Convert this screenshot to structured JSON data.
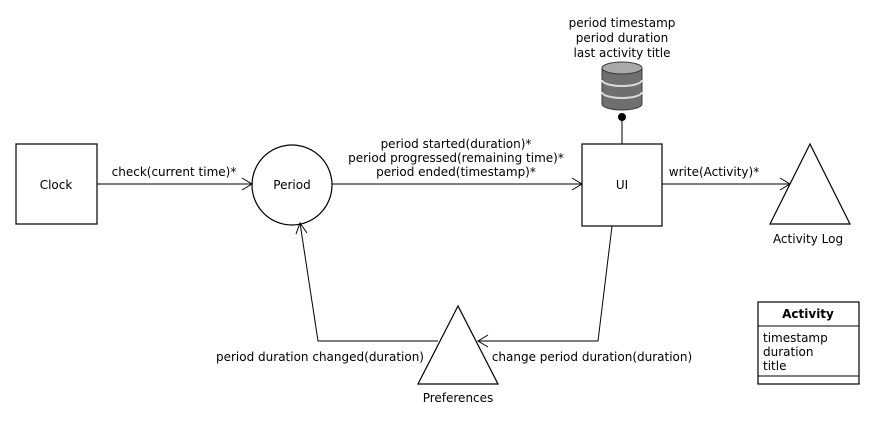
{
  "nodes": {
    "clock": "Clock",
    "period": "Period",
    "ui": "UI",
    "activity_log": "Activity Log",
    "preferences": "Preferences"
  },
  "storage": {
    "lines": [
      "period timestamp",
      "period duration",
      "last activity title"
    ]
  },
  "edges": {
    "clock_to_period": "check(current time)*",
    "period_to_ui": [
      "period started(duration)*",
      "period progressed(remaining time)*",
      "period ended(timestamp)*"
    ],
    "ui_to_log": "write(Activity)*",
    "ui_to_preferences": "change period duration(duration)",
    "preferences_to_period": "period duration changed(duration)"
  },
  "activity_class": {
    "title": "Activity",
    "fields": [
      "timestamp",
      "duration",
      "title"
    ]
  }
}
